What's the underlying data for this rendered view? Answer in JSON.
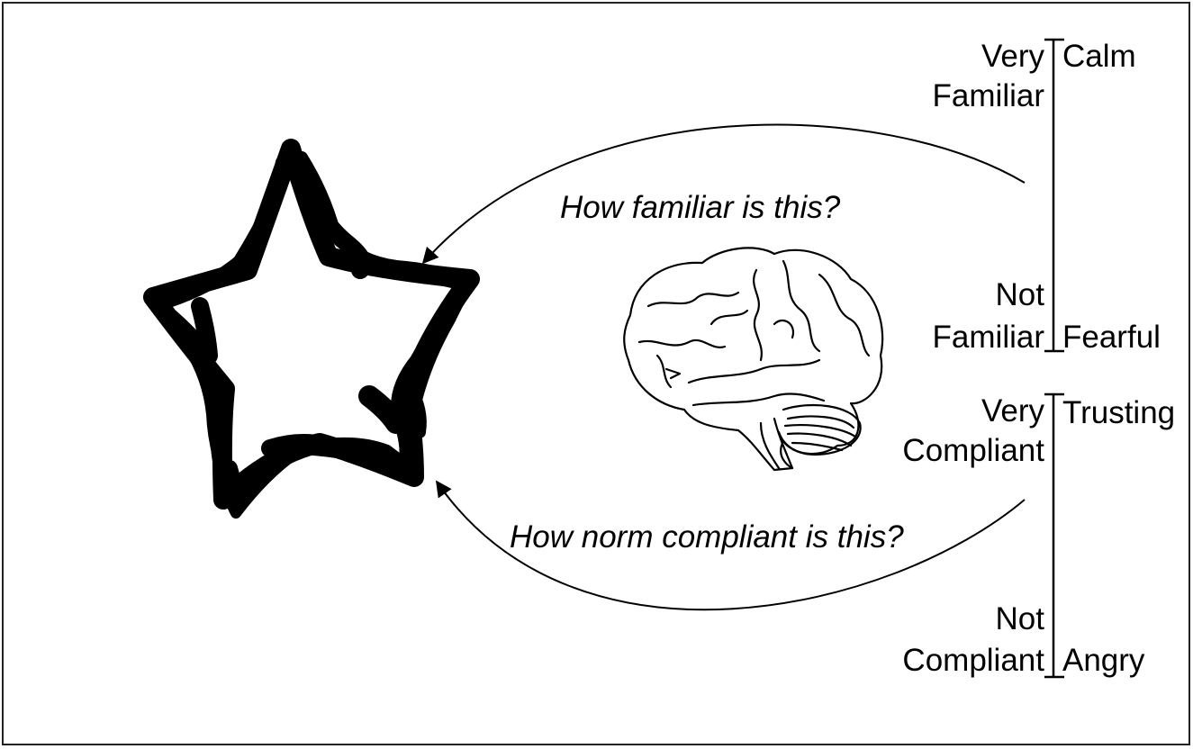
{
  "diagram": {
    "questions": {
      "familiar": "How familiar is this?",
      "compliant": "How norm compliant is this?"
    },
    "scale_familiar": {
      "top_left_line1": "Very",
      "top_left_line2": "Familiar",
      "top_right": "Calm",
      "bottom_left_line1": "Not",
      "bottom_left_line2": "Familiar",
      "bottom_right": "Fearful"
    },
    "scale_compliant": {
      "top_left_line1": "Very",
      "top_left_line2": "Compliant",
      "top_right": "Trusting",
      "bottom_left_line1": "Not",
      "bottom_left_line2": "Compliant",
      "bottom_right": "Angry"
    },
    "icons": {
      "shape": "tangled-star-icon",
      "brain": "brain-icon"
    },
    "colors": {
      "ink": "#000000",
      "background": "#ffffff"
    }
  }
}
